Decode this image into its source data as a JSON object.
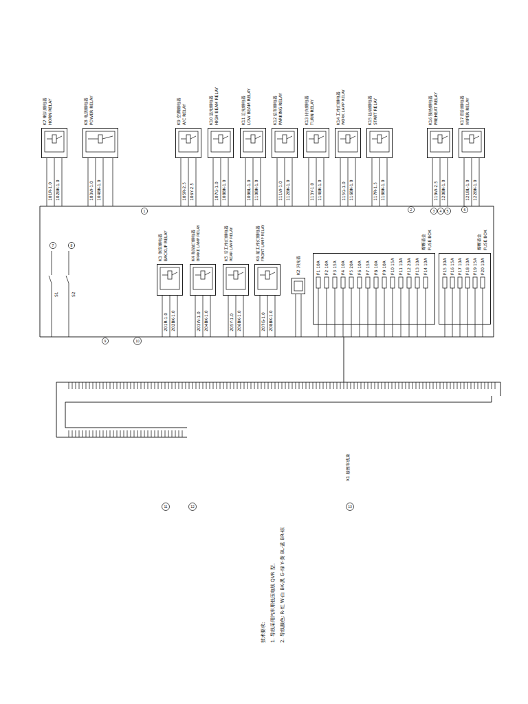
{
  "diagram": {
    "nodes": [
      {
        "text": [
          "K7 喇叭继电器",
          "HORN RELAY"
        ]
      },
      {
        "text": [
          "K8 电源继电器",
          "POWER RELAY"
        ]
      },
      {
        "text": [
          "K9 空调继电器",
          "A/C RELAY"
        ]
      },
      {
        "text": [
          "K10 远光继电器",
          "HIGH BEAM RELAY"
        ]
      },
      {
        "text": [
          "K11 近光继电器",
          "LOW BEAM RELAY"
        ]
      },
      {
        "text": [
          "K12 驻车继电器",
          "PARKING RELAY"
        ]
      },
      {
        "text": [
          "K13 转向继电器",
          "TURN RELAY"
        ]
      },
      {
        "text": [
          "K14 工作灯继电器",
          "WORK LAMP RELAY"
        ]
      },
      {
        "text": [
          "K15 起动继电器",
          "START RELAY"
        ]
      },
      {
        "text": [
          "K16 预热继电器",
          "PREHEAT RELAY"
        ]
      },
      {
        "text": [
          "K17 雨刮继电器",
          "WIPER RELAY"
        ]
      },
      {
        "text": [
          "K3 倒车继电器",
          "BACKUP RELAY"
        ]
      },
      {
        "text": [
          "K4 制动灯继电器",
          "BRAKE LAMP RELAY"
        ]
      },
      {
        "text": [
          "K5 后工作灯继电器",
          "REAR LAMP RELAY"
        ]
      },
      {
        "text": [
          "K6 前工作灯继电器",
          "FRONT LAMP RELAY"
        ]
      },
      {
        "text": [
          "K2 闪光器"
        ]
      },
      {
        "text": [
          "熔断器盒",
          "FUSE BOX"
        ]
      },
      {
        "text": [
          "熔断器盒",
          "FUSE BOX"
        ]
      }
    ],
    "labels": [
      "101R-1.0",
      "102BK-1.0",
      "103W-1.0",
      "104BK-1.0",
      "105R-2.5",
      "106Y-2.5",
      "107G-1.0",
      "108BK-1.0",
      "109BL-1.0",
      "110BK-1.0",
      "111W-1.0",
      "112BK-1.0",
      "113Y-1.0",
      "114BK-1.0",
      "115G-1.0",
      "116BK-1.0",
      "117R-1.5",
      "118BK-1.0",
      "119W-2.5",
      "120BK-1.0",
      "121BL-1.0",
      "122BK-1.0",
      "201R-1.0",
      "202BK-1.0",
      "203W-1.0",
      "204BK-1.0",
      "205Y-1.0",
      "206BK-1.0",
      "207G-1.0",
      "208BK-1.0",
      "F1 10A",
      "F2 10A",
      "F3 15A",
      "F4 10A",
      "F5 20A",
      "F6 10A",
      "F7 15A",
      "F8 10A",
      "F9 10A",
      "F10 15A",
      "F11 10A",
      "F12 20A",
      "F13 10A",
      "F14 10A",
      "F15 30A",
      "F16 15A",
      "F17 10A",
      "F18 10A",
      "F19 15A",
      "F20 10A",
      "S1",
      "S2",
      "1",
      "2",
      "3",
      "4",
      "5",
      "6",
      "7",
      "8",
      "9",
      "10",
      "11",
      "12",
      "13",
      "X1 接整车线束",
      "技术要求:",
      "1. 导线采用汽车用低压电线 QVR 型。",
      "2. 导线颜色: R-红 W-白 BK-黑 G-绿 Y-黄 BL-蓝 BR-棕"
    ]
  }
}
